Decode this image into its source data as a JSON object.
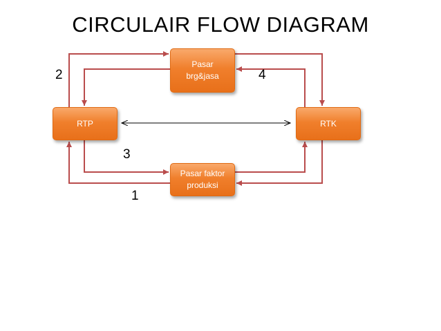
{
  "title": "CIRCULAIR FLOW DIAGRAM",
  "nodes": {
    "pasar_barang_jasa": "Pasar\nbrg&jasa",
    "pasar_faktor_produksi": "Pasar faktor\nproduksi",
    "rtp": "RTP",
    "rtk": "RTK"
  },
  "flow_numbers": {
    "one": "1",
    "two": "2",
    "three": "3",
    "four": "4"
  },
  "colors": {
    "box_fill": "#f07f2c",
    "box_border": "#e06a12",
    "flow_arrow": "#b94c4c",
    "center_arrow": "#000000"
  }
}
